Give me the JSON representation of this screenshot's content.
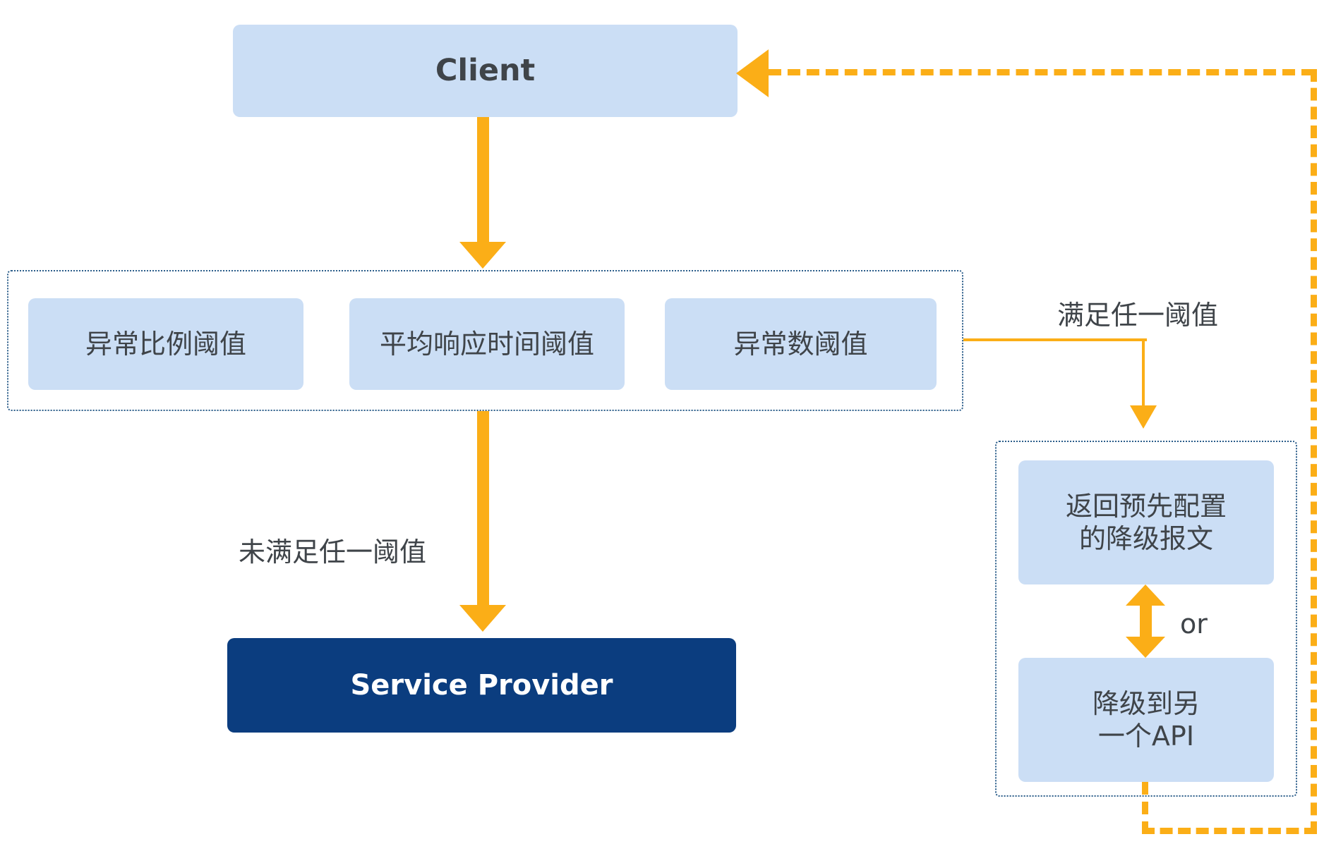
{
  "diagram": {
    "title_nodes": {
      "client": "Client",
      "service_provider": "Service Provider"
    },
    "threshold_group": {
      "items": [
        {
          "label": "异常比例阈值"
        },
        {
          "label": "平均响应时间阈值"
        },
        {
          "label": "异常数阈值"
        }
      ]
    },
    "fallback_group": {
      "items": [
        {
          "label": "返回预先配置\n的降级报文"
        },
        {
          "label": "降级到另\n一个API"
        }
      ],
      "connector_label": "or"
    },
    "edge_labels": {
      "any_threshold_met": "满足任一阈值",
      "no_threshold_met": "未满足任一阈值"
    },
    "colors": {
      "node_fill": "#cbdef5",
      "node_dark_fill": "#0b3d7f",
      "node_text": "#3f4449",
      "node_dark_text": "#ffffff",
      "arrow": "#fbae17",
      "group_border": "#2b5d8a",
      "background": "#ffffff"
    }
  }
}
